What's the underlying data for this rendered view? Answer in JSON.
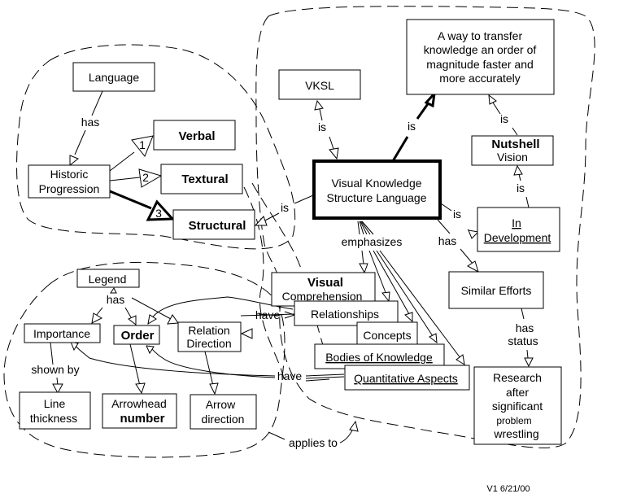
{
  "diagram": {
    "type": "concept-map",
    "nodes": {
      "language": [
        "Language"
      ],
      "historic_progression": [
        "Historic",
        "Progression"
      ],
      "verbal": [
        "Verbal"
      ],
      "textural": [
        "Textural"
      ],
      "structural": [
        "Structural"
      ],
      "vksl": [
        "VKSL"
      ],
      "vksl_full": [
        "Visual Knowledge",
        "Structure Language"
      ],
      "way_to_transfer": [
        "A way to transfer",
        "knowledge an order of",
        "magnitude faster and",
        "more accurately"
      ],
      "nutshell_vision": [
        "Nutshell",
        "Vision"
      ],
      "in_development": [
        "In",
        "Development"
      ],
      "similar_efforts": [
        "Similar Efforts"
      ],
      "research": [
        "Research",
        "after",
        "significant",
        "problem",
        "wrestling"
      ],
      "visual_comprehension": [
        "Visual",
        "Comprehension"
      ],
      "relationships": [
        "Relationships"
      ],
      "concepts": [
        "Concepts"
      ],
      "bodies_of_knowledge": [
        "Bodies of Knowledge"
      ],
      "quantitative_aspects": [
        "Quantitative Aspects"
      ],
      "legend": [
        "Legend"
      ],
      "importance": [
        "Importance"
      ],
      "order": [
        "Order"
      ],
      "relation_direction": [
        "Relation",
        "Direction"
      ],
      "line_thickness": [
        "Line",
        "thickness"
      ],
      "arrowhead_number": [
        "Arrowhead",
        "number"
      ],
      "arrow_direction": [
        "Arrow",
        "direction"
      ]
    },
    "link_labels": {
      "language_has": "has",
      "order_1": "1",
      "order_2": "2",
      "order_3": "3",
      "vksl_is": "is",
      "structural_is": "is",
      "transfer_is": "is",
      "nutshell_is": "is",
      "indev_is": "is",
      "indev_from_vksl_is": "is",
      "has_similar": "has",
      "has_status": [
        "has",
        "status"
      ],
      "emphasizes": "emphasizes",
      "legend_has": "has",
      "shown_by": "shown by",
      "have_upper": "have",
      "have_lower": "have",
      "applies_to": "applies to"
    },
    "footer": "V1 6/21/00"
  }
}
